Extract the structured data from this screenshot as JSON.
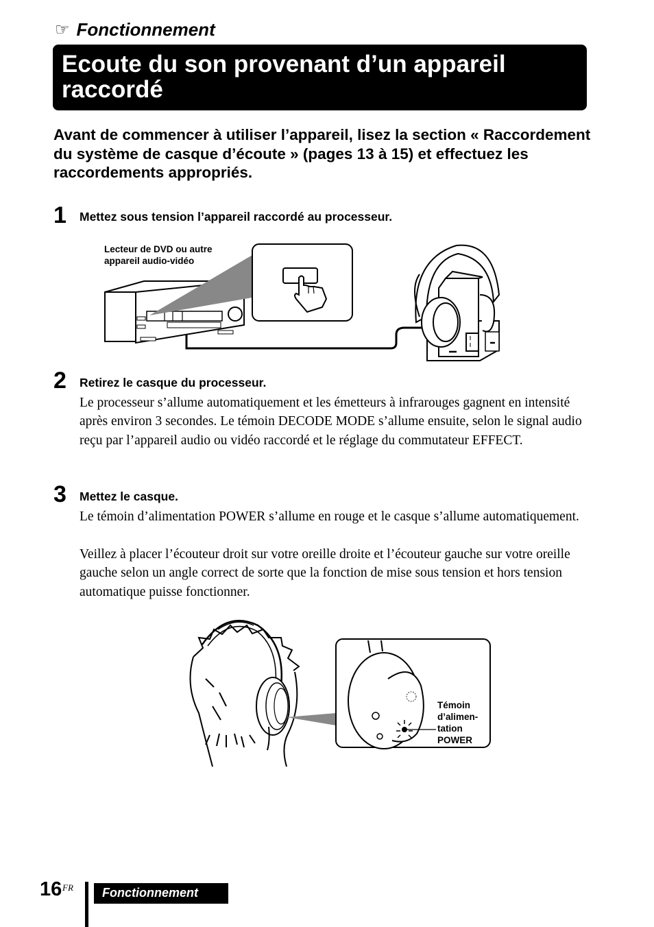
{
  "header": {
    "section_icon": "pointing-hand-icon",
    "section_title": "Fonctionnement",
    "page_title": "Ecoute du son provenant d’un appareil raccordé"
  },
  "intro": "Avant de commencer à utiliser l’appareil, lisez la section « Raccordement du système de casque d’écoute » (pages 13 à 15) et effectuez les raccordements appropriés.",
  "steps": [
    {
      "number": "1",
      "title": "Mettez sous tension l’appareil raccordé au processeur.",
      "body": []
    },
    {
      "number": "2",
      "title": "Retirez le casque du processeur.",
      "body": [
        "Le processeur s’allume automatiquement et les émetteurs à infrarouges gagnent en intensité après environ 3 secondes. Le témoin DECODE MODE s’allume ensuite, selon le signal audio reçu par l’appareil audio ou vidéo raccordé et le réglage du commutateur EFFECT."
      ]
    },
    {
      "number": "3",
      "title": "Mettez le casque.",
      "body": [
        "Le témoin d’alimentation POWER s’allume en rouge et le casque s’allume automatiquement.",
        "Veillez à placer l’écouteur droit sur votre oreille droite et l’écouteur gauche sur votre oreille gauche selon un angle correct de sorte que la fonction de mise sous tension et hors tension automatique puisse fonctionner."
      ]
    }
  ],
  "figure1": {
    "label_line1": "Lecteur de DVD ou autre",
    "label_line2": "appareil audio-vidéo"
  },
  "figure2": {
    "label_lines": [
      "Témoin",
      "d’alimen-",
      "tation",
      "POWER"
    ]
  },
  "footer": {
    "page_number": "16",
    "page_suffix": "FR",
    "tab_label": "Fonctionnement"
  }
}
